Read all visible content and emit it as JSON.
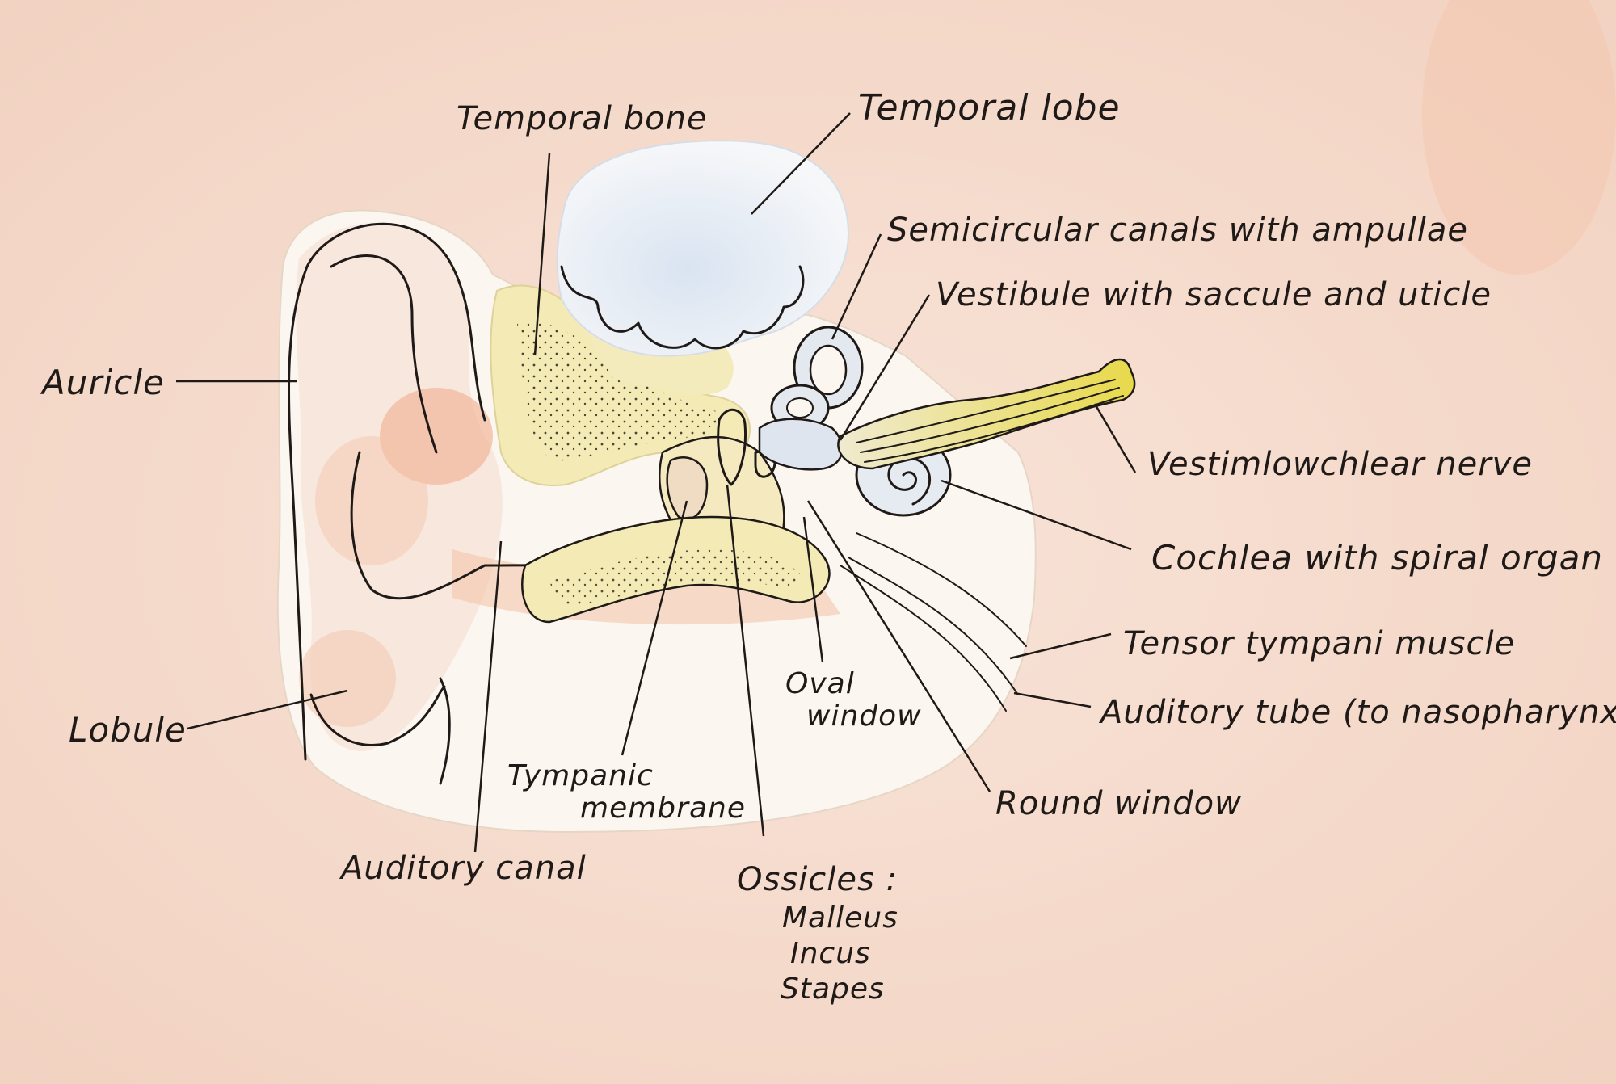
{
  "labels": {
    "temporal_bone": "Temporal bone",
    "temporal_lobe": "Temporal lobe",
    "semicircular_canals": "Semicircular canals with ampullae",
    "vestibule": "Vestibule with saccule and uticle",
    "auricle": "Auricle",
    "vestibulocochlear_nerve": "Vestimlowchlear nerve",
    "cochlea": "Cochlea with spiral organ",
    "tensor_tympani": "Tensor tympani muscle",
    "auditory_tube": "Auditory tube (to nasopharynx)",
    "oval_window_1": "Oval",
    "oval_window_2": "window",
    "lobule": "Lobule",
    "tympanic_membrane_1": "Tympanic",
    "tympanic_membrane_2": "membrane",
    "round_window": "Round window",
    "auditory_canal": "Auditory canal",
    "ossicles": "Ossicles :",
    "malleus": "Malleus",
    "incus": "Incus",
    "stapes": "Stapes"
  },
  "colors": {
    "background": "#f6ddcf",
    "paper": "#fbf7f2",
    "bone": "#f3eab5",
    "brain": "#e9eef5",
    "nerve": "#e9df57",
    "skin": "#f6c7ad",
    "ink": "#1f1a17"
  }
}
